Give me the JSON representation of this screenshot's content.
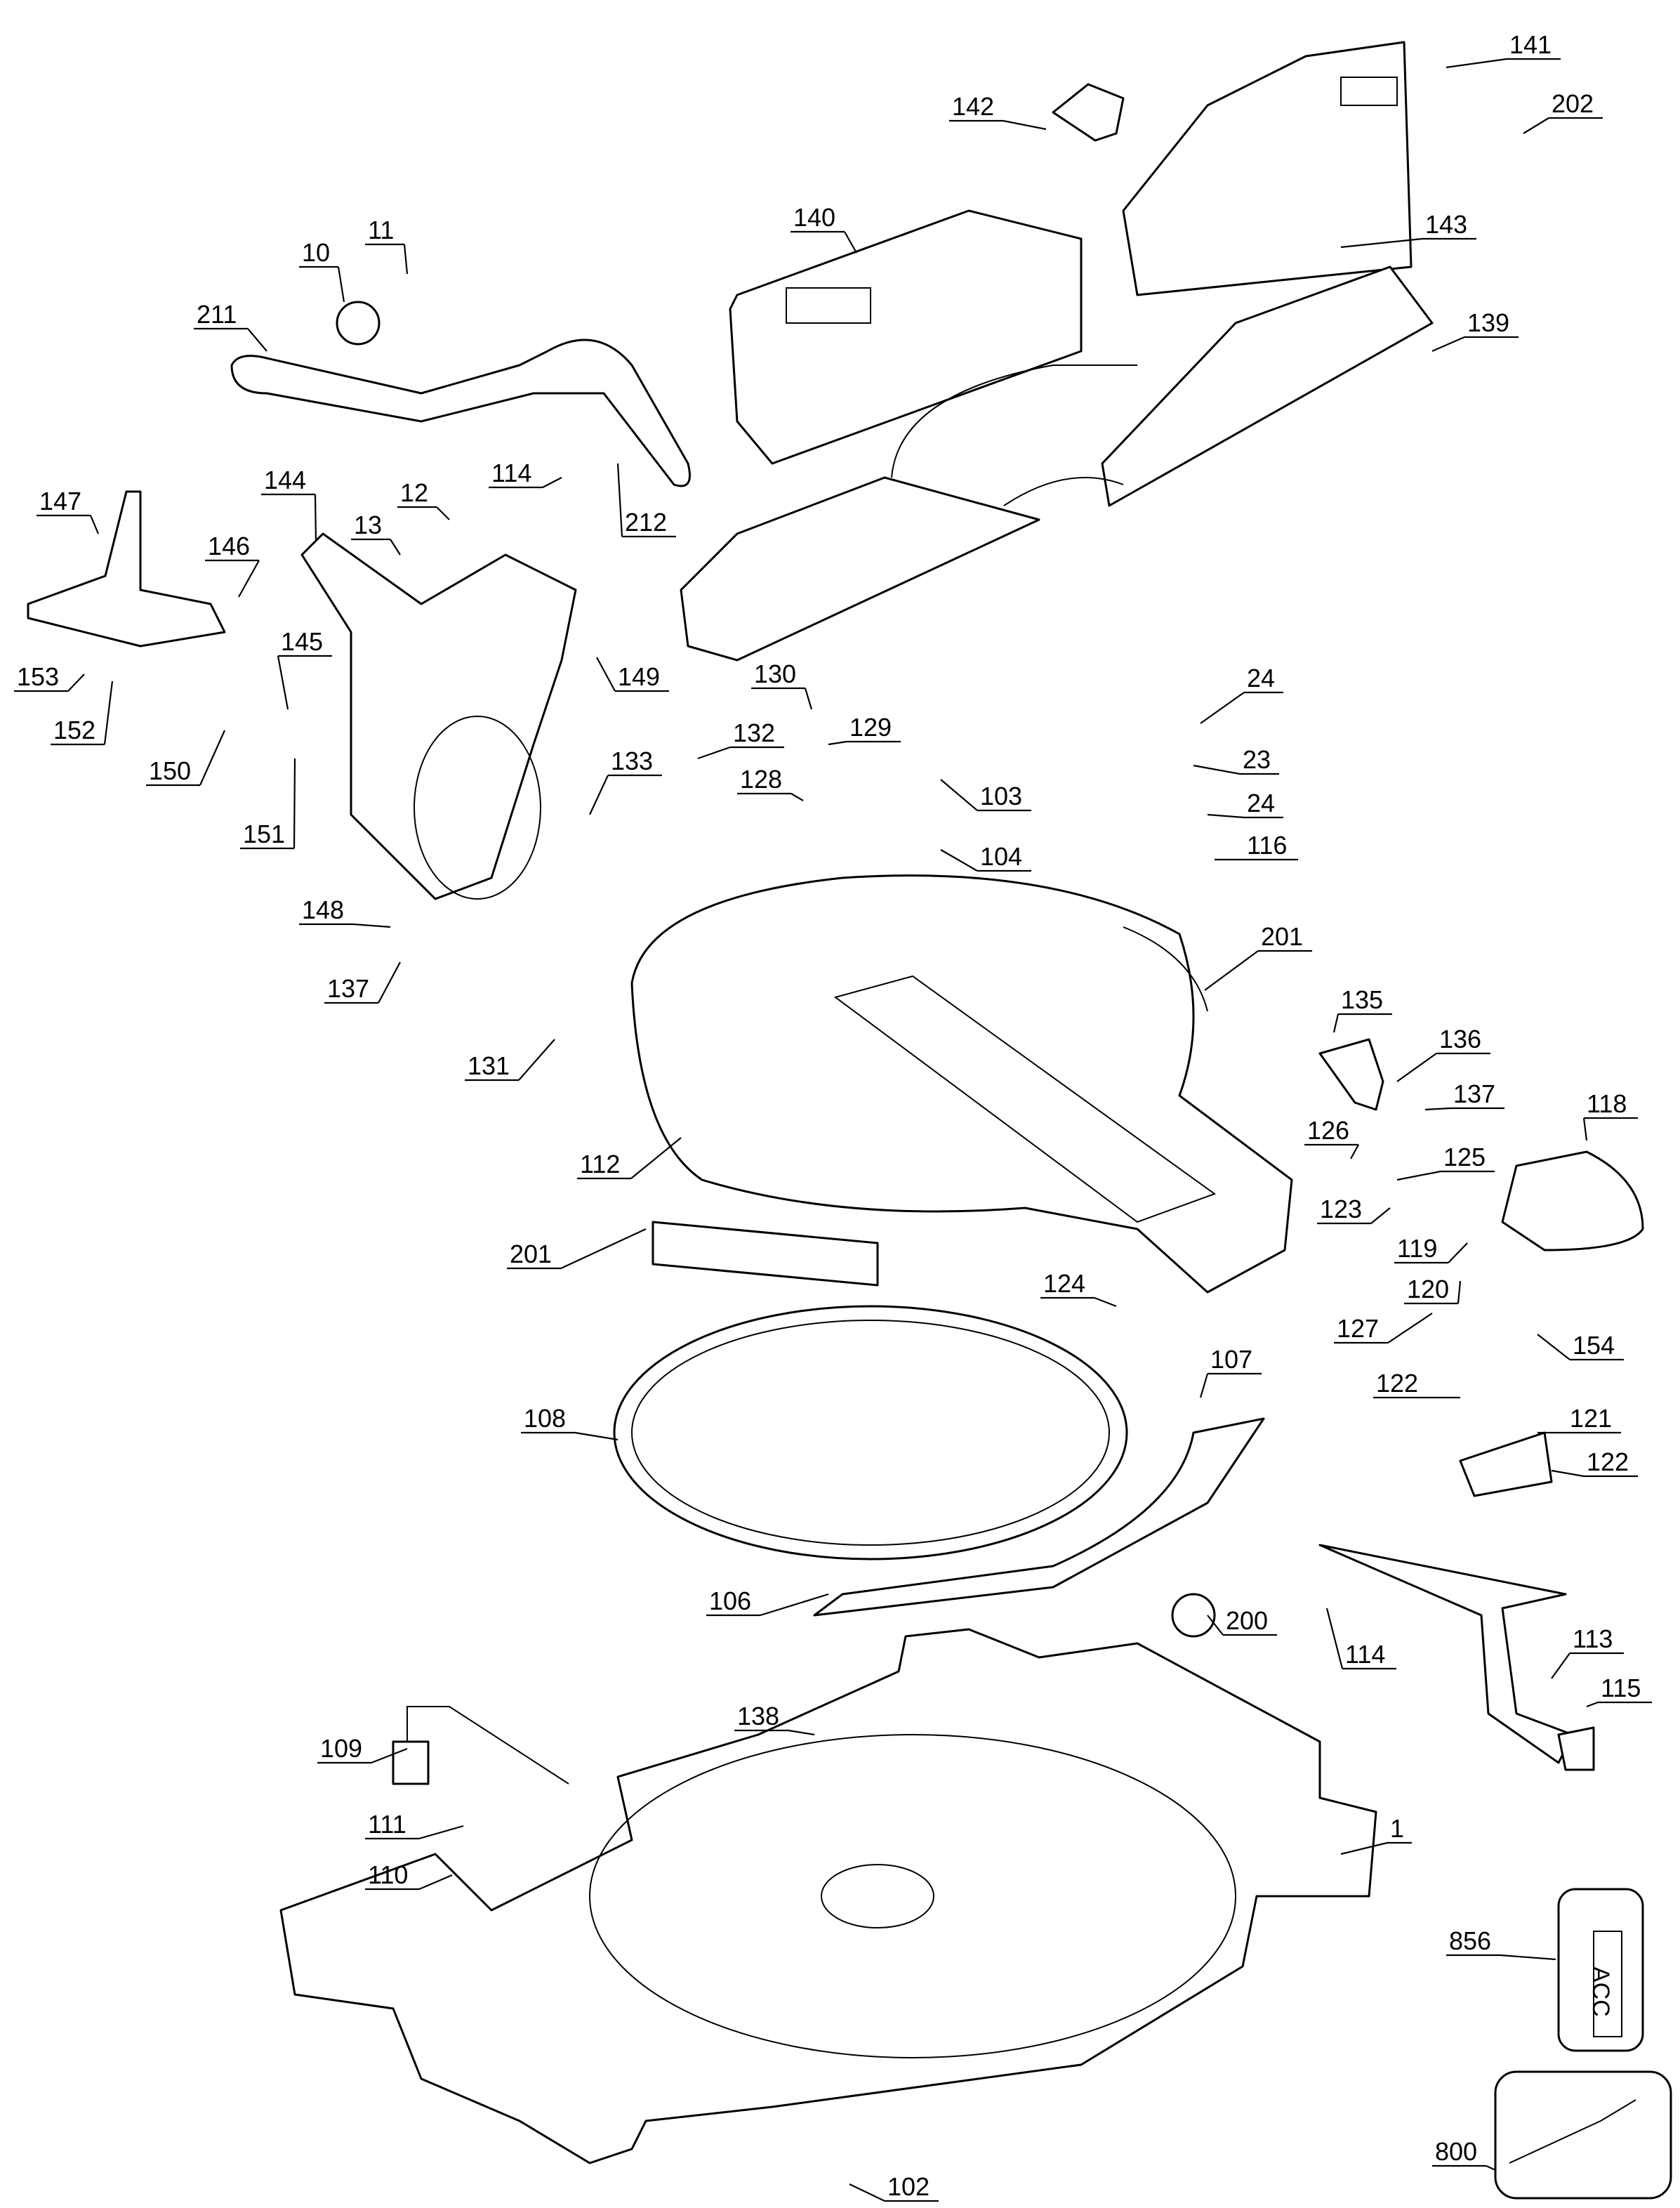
{
  "diagram": {
    "type": "exploded parts diagram",
    "part_labels": [
      "141",
      "142",
      "202",
      "140",
      "143",
      "10",
      "11",
      "211",
      "139",
      "114",
      "212",
      "147",
      "144",
      "12",
      "13",
      "146",
      "145",
      "149",
      "153",
      "130",
      "24",
      "132",
      "129",
      "152",
      "128",
      "23",
      "103",
      "133",
      "150",
      "151",
      "24",
      "104",
      "116",
      "148",
      "137",
      "201",
      "135",
      "131",
      "136",
      "137",
      "118",
      "126",
      "125",
      "112",
      "123",
      "119",
      "201",
      "124",
      "120",
      "127",
      "154",
      "107",
      "122",
      "108",
      "121",
      "122",
      "106",
      "200",
      "114",
      "113",
      "115",
      "138",
      "109",
      "1",
      "111",
      "110",
      "856",
      "800",
      "102"
    ],
    "decal_text": "ACC",
    "colors": {
      "line": "#000000",
      "background": "#ffffff"
    }
  }
}
